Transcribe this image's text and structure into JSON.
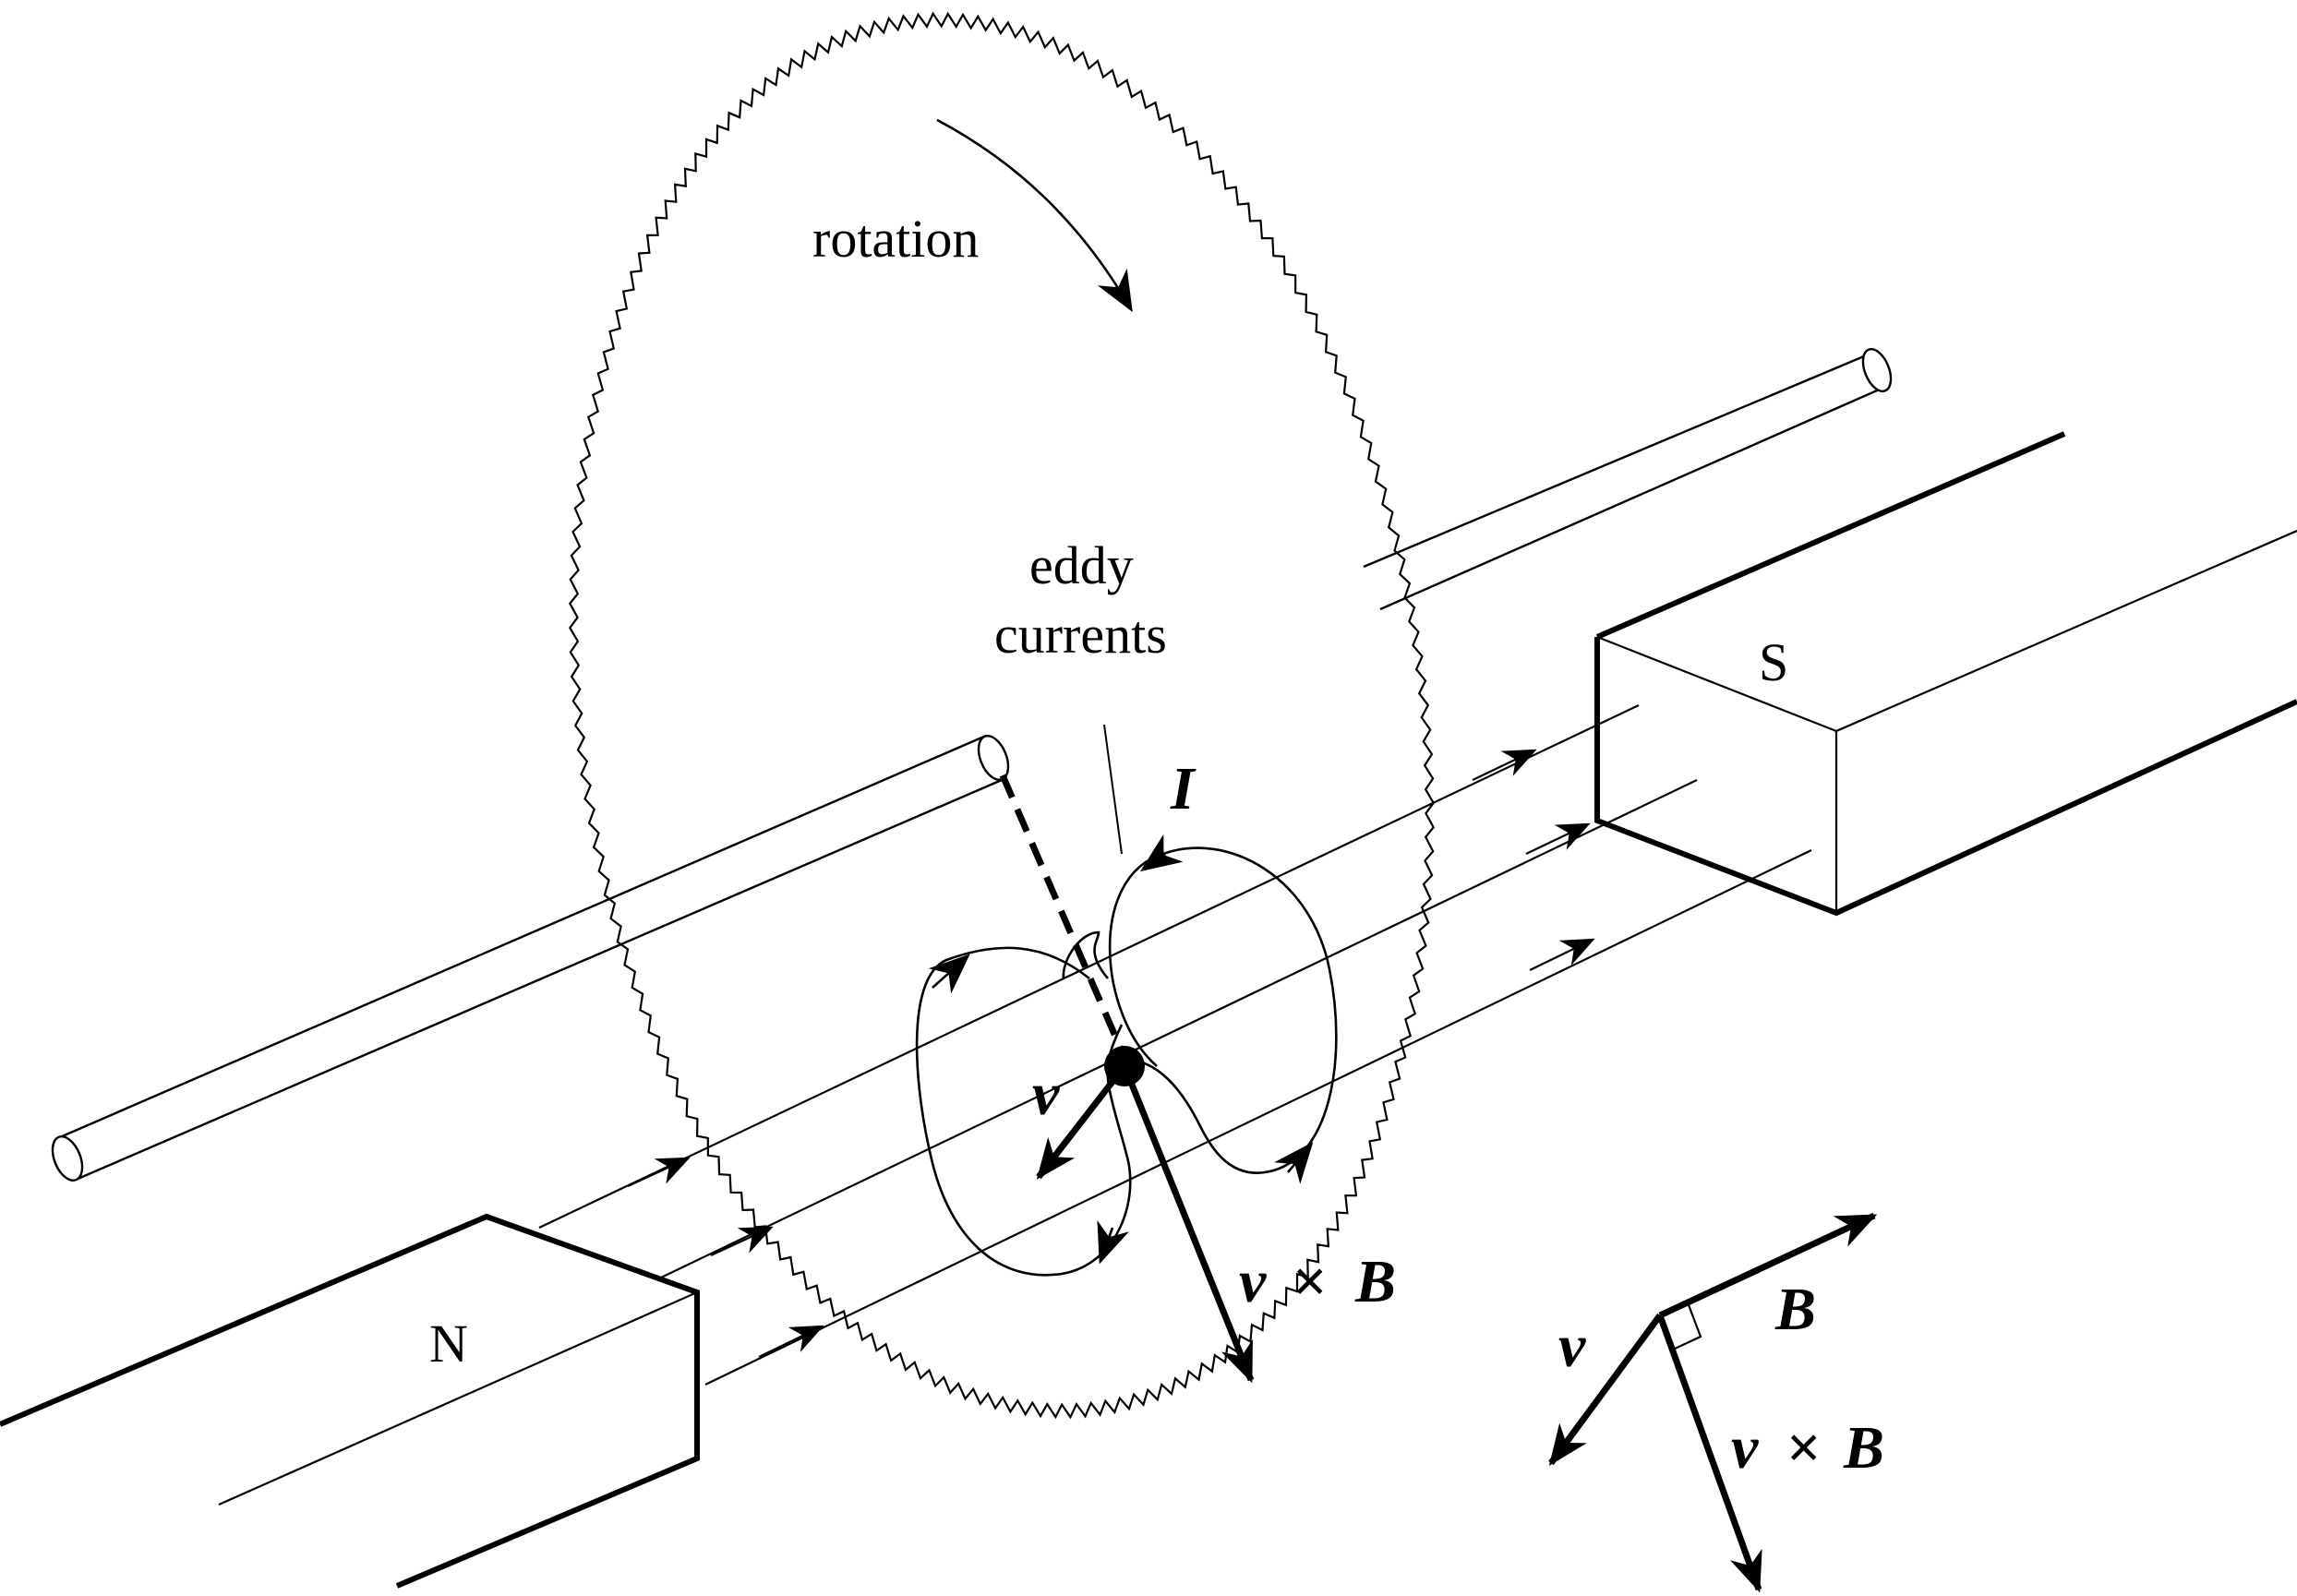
{
  "labels": {
    "rotation": "rotation",
    "eddy_line1": "eddy",
    "eddy_line2": "currents",
    "current": "I",
    "north": "N",
    "south": "S",
    "velocity": "v",
    "cross_v": "v",
    "cross_sym": "×",
    "cross_b": "B",
    "legend_b": "B",
    "legend_v": "v",
    "legend_cross_v": "v",
    "legend_cross_sym": "×",
    "legend_cross_b": "B"
  },
  "colors": {
    "ink": "#000000",
    "background": "#ffffff"
  }
}
